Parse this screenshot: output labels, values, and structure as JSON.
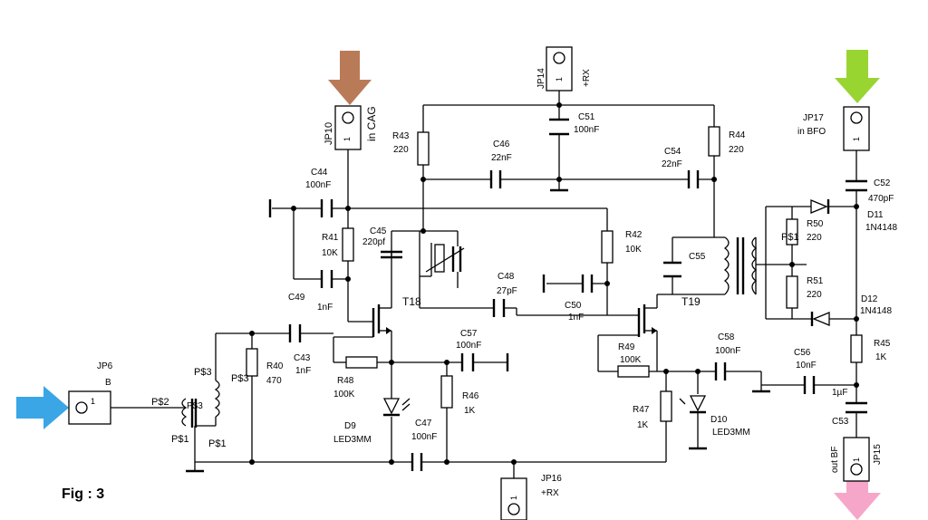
{
  "figure": {
    "caption": "Fig : 3"
  },
  "connectors": {
    "jp6": {
      "name": "JP6",
      "pin": "1",
      "pad": "B"
    },
    "jp10": {
      "name": "JP10",
      "pin": "1",
      "label": "in CAG"
    },
    "jp14": {
      "name": "JP14",
      "pin": "1",
      "label": "+RX"
    },
    "jp15": {
      "name": "JP15",
      "pin": "1",
      "label": "out BF"
    },
    "jp16": {
      "name": "JP16",
      "pin": "1",
      "label": "+RX"
    },
    "jp17": {
      "name": "JP17",
      "pin": "1",
      "label": "in BFO"
    }
  },
  "components": {
    "c43": {
      "name": "C43",
      "value": "1nF"
    },
    "c44": {
      "name": "C44",
      "value": "100nF"
    },
    "c45": {
      "name": "C45",
      "value": "220pf"
    },
    "c46": {
      "name": "C46",
      "value": "22nF"
    },
    "c47": {
      "name": "C47",
      "value": "100nF"
    },
    "c48": {
      "name": "C48",
      "value": "27pF"
    },
    "c49": {
      "name": "C49",
      "value": "1nF"
    },
    "c50": {
      "name": "C50",
      "value": "1nF"
    },
    "c51": {
      "name": "C51",
      "value": "100nF"
    },
    "c52": {
      "name": "C52",
      "value": "470pF"
    },
    "c53": {
      "name": "C53",
      "value": "1µF"
    },
    "c54": {
      "name": "C54",
      "value": "22nF"
    },
    "c55": {
      "name": "C55"
    },
    "c56": {
      "name": "C56",
      "value": "10nF"
    },
    "c57": {
      "name": "C57",
      "value": "100nF"
    },
    "c58": {
      "name": "C58",
      "value": "100nF"
    },
    "r40": {
      "name": "R40",
      "value": "470"
    },
    "r41": {
      "name": "R41",
      "value": "10K"
    },
    "r42": {
      "name": "R42",
      "value": "10K"
    },
    "r43": {
      "name": "R43",
      "value": "220"
    },
    "r44": {
      "name": "R44",
      "value": "220"
    },
    "r45": {
      "name": "R45",
      "value": "1K"
    },
    "r46": {
      "name": "R46",
      "value": "1K"
    },
    "r47": {
      "name": "R47",
      "value": "1K"
    },
    "r48": {
      "name": "R48",
      "value": "100K"
    },
    "r49": {
      "name": "R49",
      "value": "100K"
    },
    "r50": {
      "name": "R50",
      "value": "220"
    },
    "r51": {
      "name": "R51",
      "value": "220"
    },
    "d9": {
      "name": "D9",
      "value": "LED3MM"
    },
    "d10": {
      "name": "D10",
      "value": "LED3MM"
    },
    "d11": {
      "name": "D11",
      "value": "1N4148"
    },
    "d12": {
      "name": "D12",
      "value": "1N4148"
    },
    "t18": {
      "name": "T18"
    },
    "t19": {
      "name": "T19"
    }
  },
  "pads": {
    "p1": "P$1",
    "p1b": "P$1",
    "p2": "P$2",
    "p3": "P$3",
    "p3b": "P$3",
    "p3c": "P$3",
    "p1c": "P$1"
  },
  "arrows": {
    "cag": "#b97a57",
    "bfo": "#99d531",
    "input": "#3aa6e6",
    "output": "#f6a6c9"
  }
}
